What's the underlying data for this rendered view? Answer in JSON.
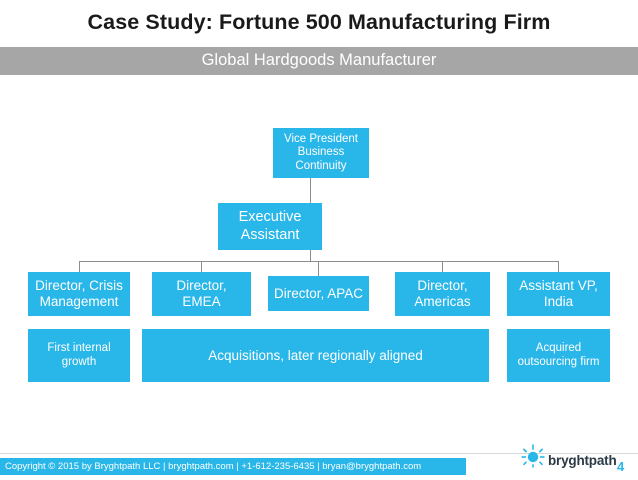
{
  "slide": {
    "title": "Case Study:  Fortune 500 Manufacturing Firm",
    "subtitle": "Global Hardgoods Manufacturer",
    "page_number": "4",
    "accent_color": "#29b6e8",
    "subtitle_bar_color": "#a6a6a6"
  },
  "org_chart": {
    "vice_president": "Vice President Business Continuity",
    "executive_assistant": "Executive Assistant",
    "directors": [
      {
        "label": "Director, Crisis Management",
        "note": "First internal growth"
      },
      {
        "label": "Director, EMEA"
      },
      {
        "label": "Director, APAC"
      },
      {
        "label": "Director, Americas"
      },
      {
        "label": "Assistant VP, India",
        "note": "Acquired outsourcing firm"
      }
    ],
    "notes": {
      "first_internal_growth": "First internal growth",
      "acquisitions": "Acquisitions, later regionally aligned",
      "acquired_outsourcing": "Acquired outsourcing firm"
    }
  },
  "footer": {
    "copyright": "Copyright © 2015 by Bryghtpath LLC | bryghtpath.com | +1-612-235-6435 | bryan@bryghtpath.com",
    "logo_text": "bryghtpath"
  }
}
